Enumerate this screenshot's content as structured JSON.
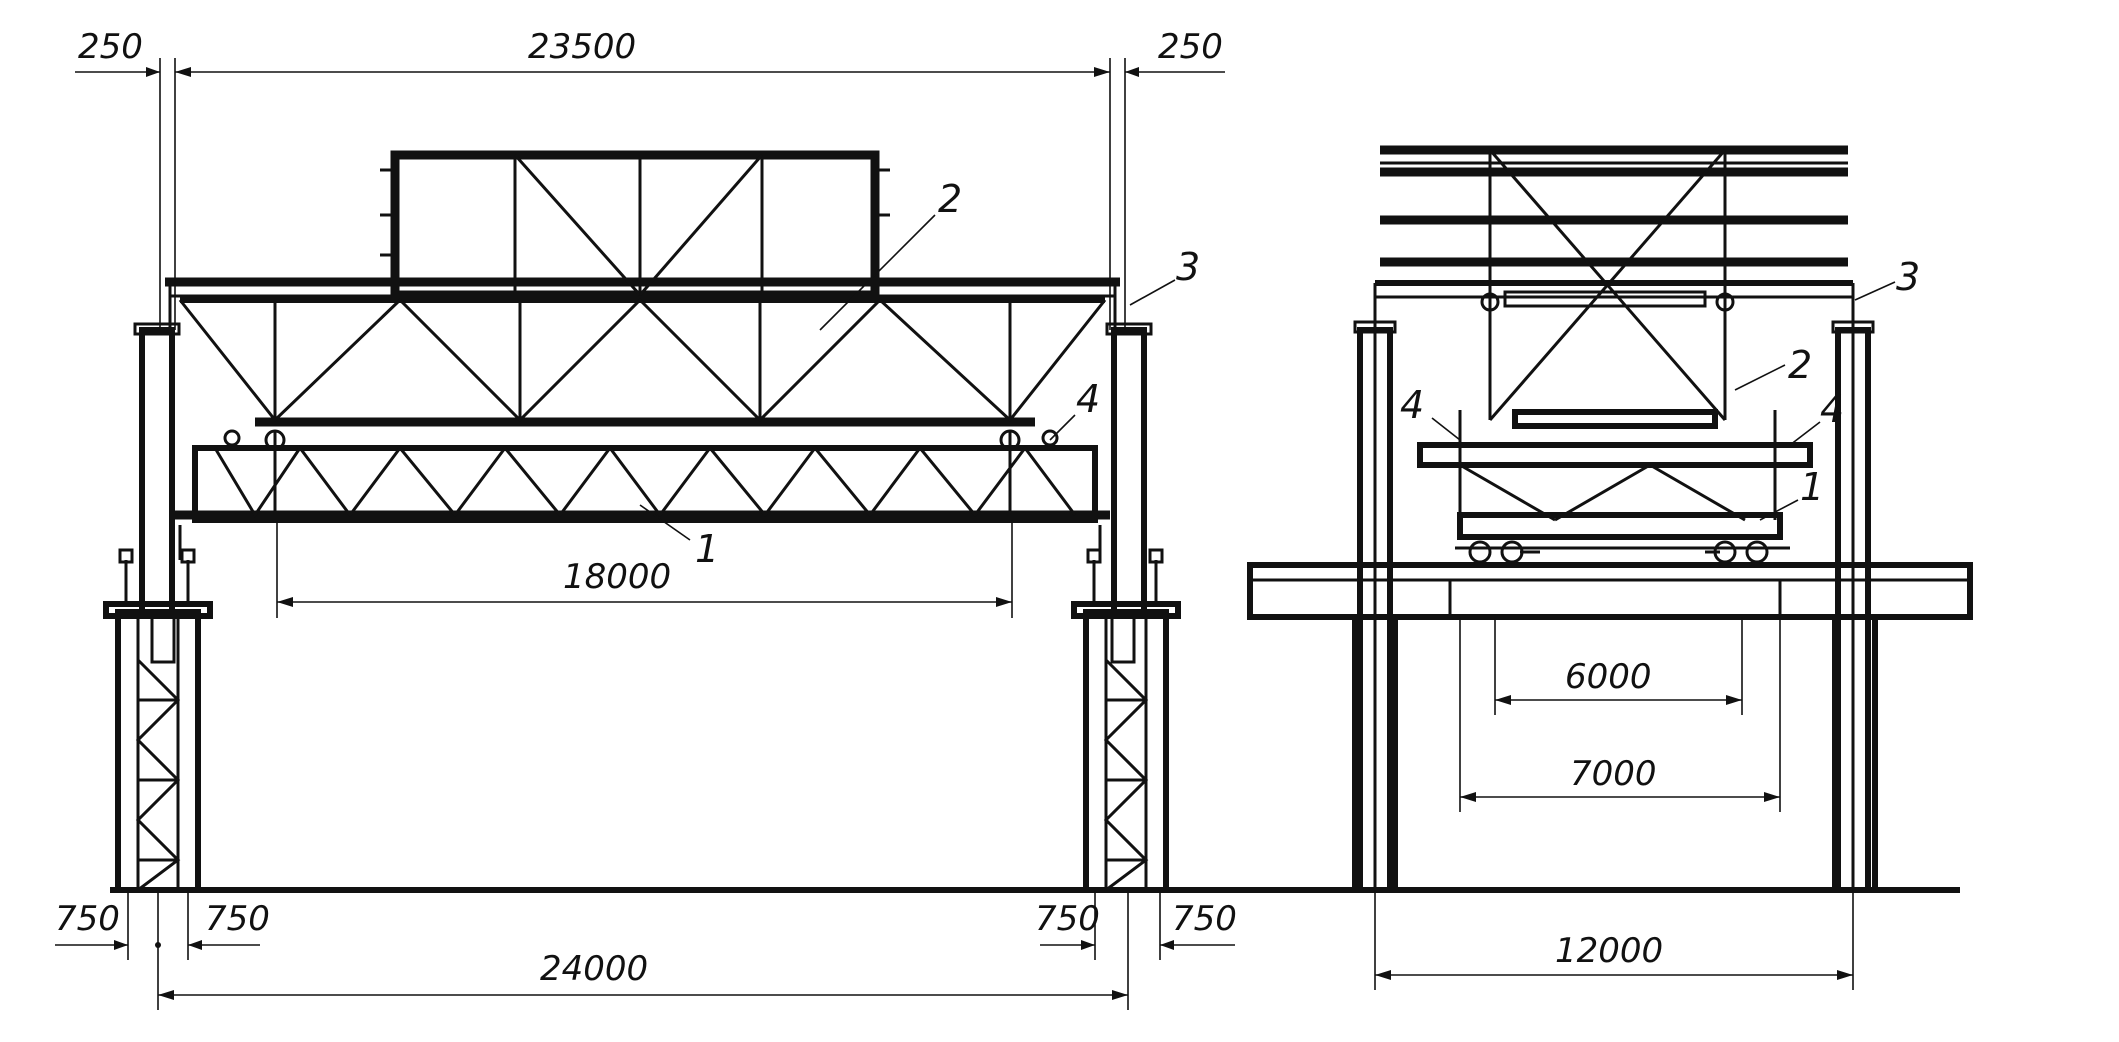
{
  "dimensions": {
    "top_left_offset": "250",
    "top_span": "23500",
    "top_right_offset": "250",
    "inner_span": "18000",
    "left_base_a": "750",
    "left_base_b": "750",
    "right_base_a": "750",
    "right_base_b": "750",
    "bottom_span": "24000",
    "side_span_6000": "6000",
    "side_span_7000": "7000",
    "side_base": "12000"
  },
  "callouts": {
    "front_1": "1",
    "front_2": "2",
    "front_3": "3",
    "front_4": "4",
    "side_1": "1",
    "side_2": "2",
    "side_3": "3",
    "side_4_left": "4",
    "side_4_right": "4"
  },
  "colors": {
    "ink": "#111111",
    "paper": "#ffffff"
  }
}
